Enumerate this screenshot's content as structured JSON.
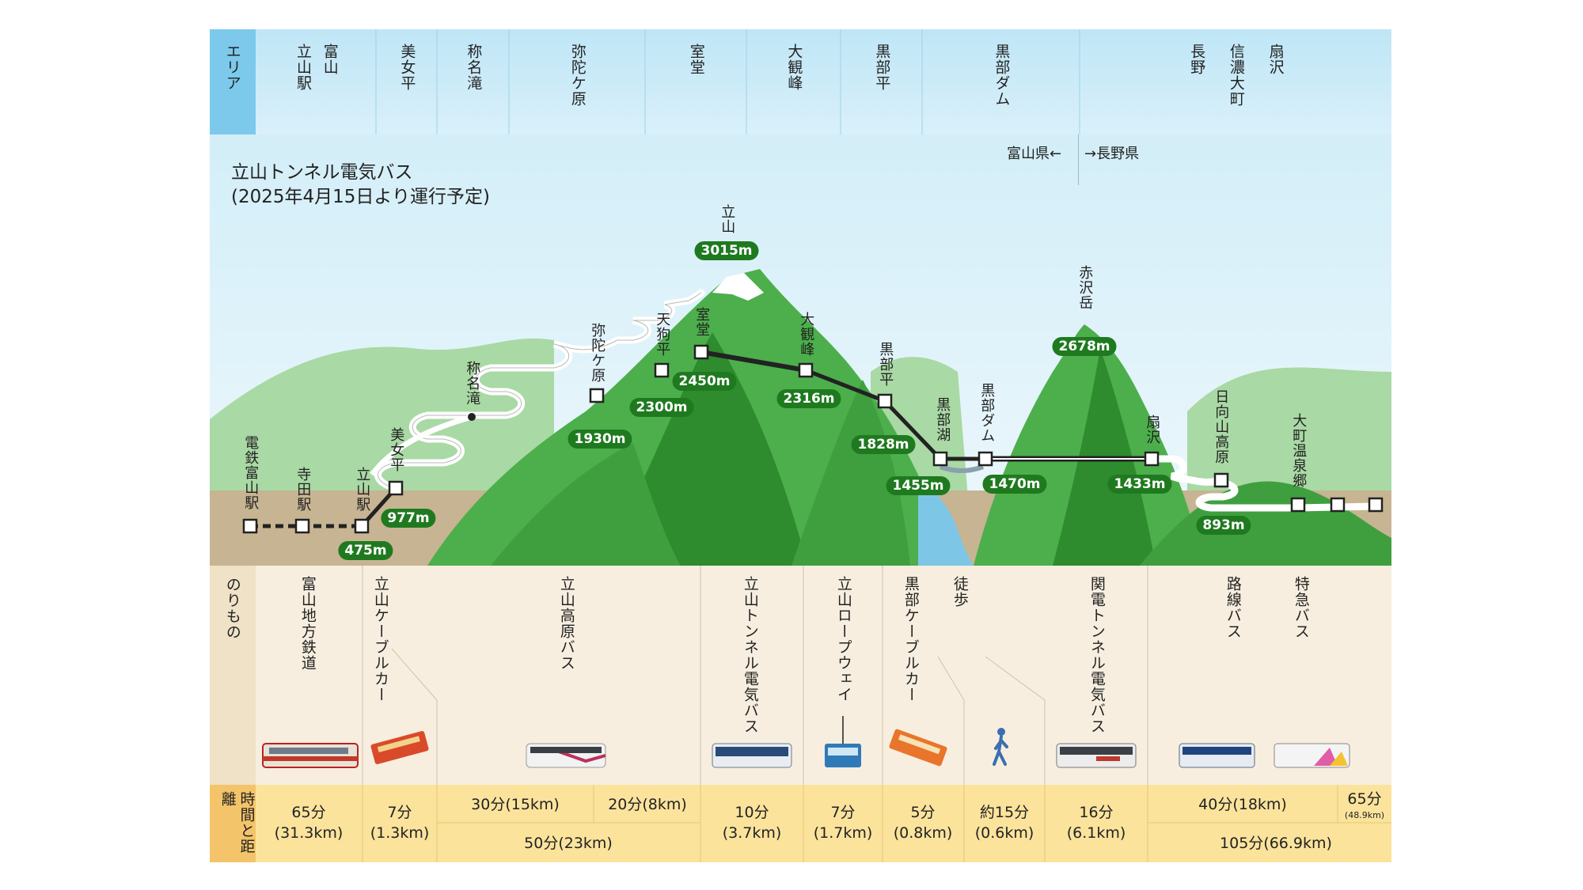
{
  "areas": {
    "label": "エリア",
    "cells": [
      {
        "lines": [
          "富山",
          "立山駅"
        ]
      },
      {
        "lines": [
          "美女平"
        ]
      },
      {
        "lines": [
          "称名滝"
        ]
      },
      {
        "lines": [
          "弥陀ケ原"
        ]
      },
      {
        "lines": [
          "室堂"
        ]
      },
      {
        "lines": [
          "大観峰"
        ]
      },
      {
        "lines": [
          "黒部平"
        ]
      },
      {
        "lines": [
          "黒部ダム"
        ]
      },
      {
        "lines": [
          "扇沢",
          "信濃大町",
          "長野"
        ]
      }
    ],
    "prefecture_left": "富山県←",
    "prefecture_right": "→長野県"
  },
  "title": {
    "line1": "立山トンネル電気バス",
    "line2": "(2025年4月15日より運行予定)"
  },
  "peaks": [
    {
      "name": "立山",
      "elev": "3015m"
    },
    {
      "name": "赤沢岳",
      "elev": "2678m"
    }
  ],
  "stations": [
    {
      "name": "電鉄富山駅",
      "elev": ""
    },
    {
      "name": "寺田駅",
      "elev": ""
    },
    {
      "name": "立山駅",
      "elev": "475m"
    },
    {
      "name": "美女平",
      "elev": "977m"
    },
    {
      "name": "称名滝",
      "elev": ""
    },
    {
      "name": "弥陀ケ原",
      "elev": "1930m"
    },
    {
      "name": "天狗平",
      "elev": "2300m"
    },
    {
      "name": "室堂",
      "elev": "2450m"
    },
    {
      "name": "大観峰",
      "elev": "2316m"
    },
    {
      "name": "黒部平",
      "elev": "1828m"
    },
    {
      "name": "黒部湖",
      "elev": "1455m"
    },
    {
      "name": "黒部ダム",
      "elev": "1470m"
    },
    {
      "name": "扇沢",
      "elev": "1433m"
    },
    {
      "name": "日向山高原",
      "elev": "893m"
    },
    {
      "name": "大町温泉郷",
      "elev": ""
    }
  ],
  "rides": {
    "label": "のりもの",
    "items": [
      {
        "name": "富山地方鉄道",
        "icon": "train-icon"
      },
      {
        "name": "立山ケーブルカー",
        "icon": "cable-car-icon"
      },
      {
        "name": "立山高原バス",
        "icon": "bus-icon"
      },
      {
        "name": "立山トンネル電気バス",
        "icon": "electric-bus-icon"
      },
      {
        "name": "立山ロープウェイ",
        "icon": "ropeway-icon"
      },
      {
        "name": "黒部ケーブルカー",
        "icon": "cable-car-icon"
      },
      {
        "name": "徒歩",
        "icon": "walking-icon"
      },
      {
        "name": "関電トンネル電気バス",
        "icon": "electric-bus-icon"
      },
      {
        "name": "路線バス",
        "icon": "bus-icon"
      },
      {
        "name": "特急バス",
        "icon": "express-bus-icon"
      }
    ]
  },
  "times": {
    "label": "時間と距離",
    "cells": [
      {
        "time": "65分",
        "dist": "(31.3km)"
      },
      {
        "time": "7分",
        "dist": "(1.3km)"
      },
      {
        "time": "30分(15km)",
        "dist": ""
      },
      {
        "time": "20分(8km)",
        "dist": ""
      },
      {
        "time": "50分(23km)",
        "dist": ""
      },
      {
        "time": "10分",
        "dist": "(3.7km)"
      },
      {
        "time": "7分",
        "dist": "(1.7km)"
      },
      {
        "time": "5分",
        "dist": "(0.8km)"
      },
      {
        "time": "約15分",
        "dist": "(0.6km)"
      },
      {
        "time": "16分",
        "dist": "(6.1km)"
      },
      {
        "time": "40分(18km)",
        "dist": ""
      },
      {
        "time": "65分",
        "dist": "(48.9km)"
      },
      {
        "time": "105分(66.9km)",
        "dist": ""
      }
    ]
  },
  "colors": {
    "header_bg": "#bfe6f6",
    "area_label_bg": "#7cc9ec",
    "sky": "#dcf1f9",
    "mountain_dark": "#2e8b2e",
    "mountain_mid": "#4caf4c",
    "mountain_light": "#7fc87a",
    "ground": "#c7b492",
    "rides_bg": "#f7eedf",
    "rides_label_bg": "#efe2c6",
    "times_bg": "#fbe39c",
    "times_label_bg": "#f4c46a",
    "elev_badge": "#1f7a1f",
    "route": "#222222",
    "bus_road": "#ffffff"
  }
}
